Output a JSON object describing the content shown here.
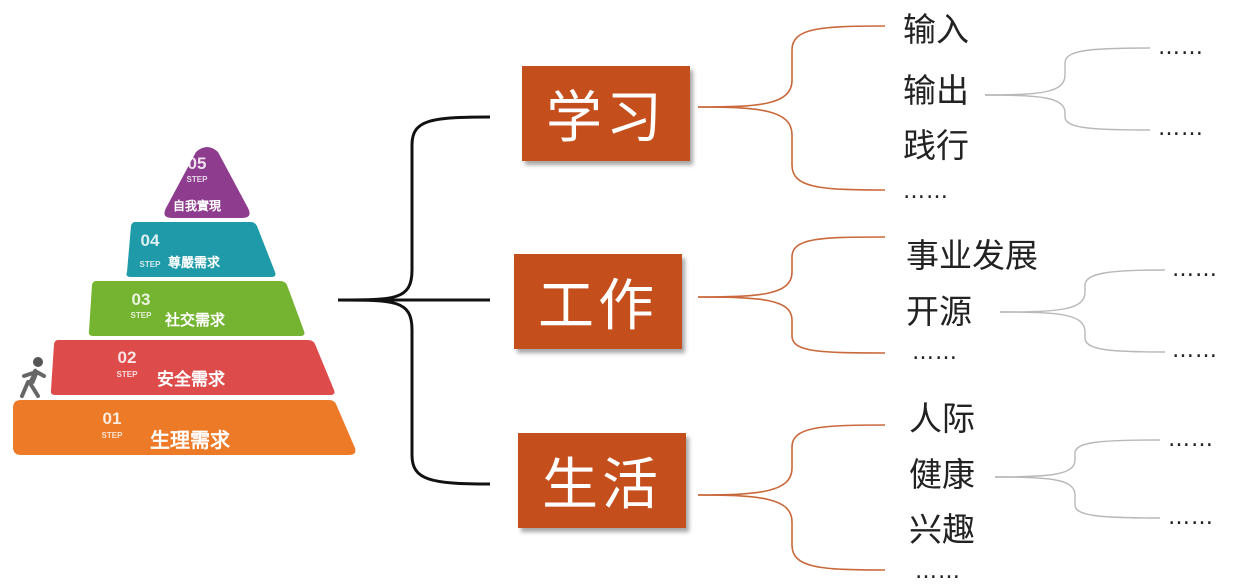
{
  "pyramid": {
    "tiers": [
      {
        "num": "05",
        "step": "STEP",
        "label": "自我實現",
        "color": "#8e3d8e"
      },
      {
        "num": "04",
        "step": "STEP",
        "label": "尊嚴需求",
        "color": "#1e9aa8"
      },
      {
        "num": "03",
        "step": "STEP",
        "label": "社交需求",
        "color": "#74b431"
      },
      {
        "num": "02",
        "step": "STEP",
        "label": "安全需求",
        "color": "#de4b4b"
      },
      {
        "num": "01",
        "step": "STEP",
        "label": "生理需求",
        "color": "#ec7a26"
      }
    ],
    "climber_icon": "person-climbing-icon"
  },
  "categories": [
    {
      "label": "学习",
      "items": [
        "输入",
        "输出",
        "践行",
        "……"
      ],
      "sub": [
        "……",
        "……"
      ]
    },
    {
      "label": "工作",
      "items": [
        "事业发展",
        "开源",
        "……"
      ],
      "sub": [
        "……",
        "……"
      ]
    },
    {
      "label": "生活",
      "items": [
        "人际",
        "健康",
        "兴趣",
        "……"
      ],
      "sub": [
        "……",
        "……"
      ]
    }
  ],
  "colors": {
    "category_box": "#c44e1c",
    "bracket_main": "#111111",
    "bracket_orange": "#c9683a",
    "bracket_gray": "#b8b8b8"
  }
}
